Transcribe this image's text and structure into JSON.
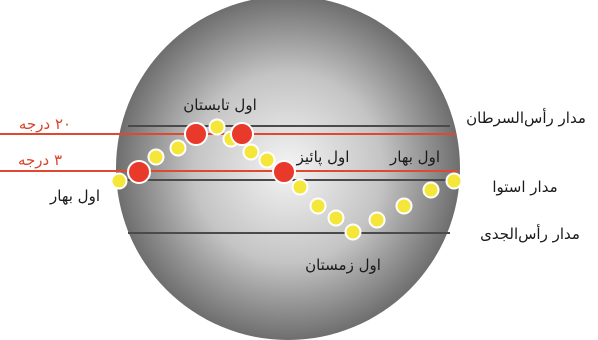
{
  "labels": {
    "summer_start": "اول تابستان",
    "spring_start_left": "اول بهار",
    "spring_start_right": "اول بهار",
    "autumn_start": "اول پائیز",
    "winter_start": "اول زمستان"
  },
  "circles": {
    "cancer": "مدار رأس‌السرطان",
    "equator": "مدار استوا",
    "capricorn": "مدار رأس‌الجدی"
  },
  "degrees": {
    "twenty": "۲۰ درجه",
    "three": "۳ درجه"
  },
  "colors": {
    "red_marker": "#e8392a",
    "yellow_dot": "#f5e63a",
    "red_line": "#e0492f",
    "sphere_light": "#f4f4f4",
    "sphere_dark": "#6e6e6e"
  }
}
